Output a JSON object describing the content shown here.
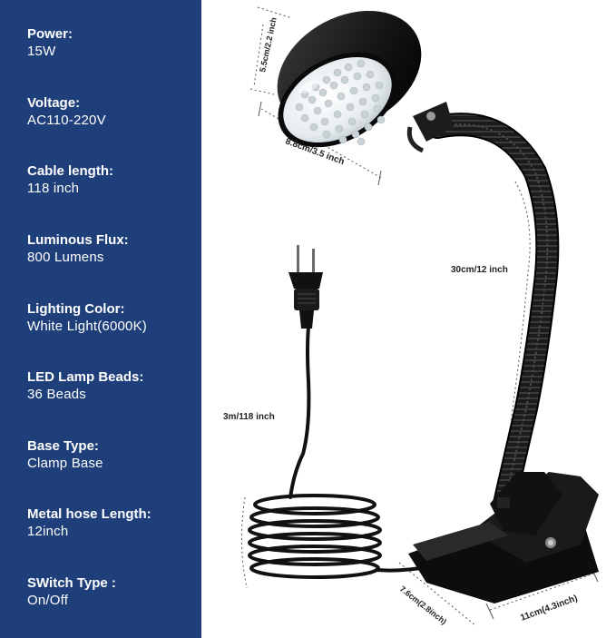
{
  "specs": [
    {
      "label": "Power:",
      "value": "15W"
    },
    {
      "label": "Voltage:",
      "value": "AC110-220V"
    },
    {
      "label": "Cable length:",
      "value": "118 inch"
    },
    {
      "label": "Luminous Flux:",
      "value": "800 Lumens"
    },
    {
      "label": "Lighting Color:",
      "value": "White Light(6000K)"
    },
    {
      "label": "LED Lamp Beads:",
      "value": "36 Beads"
    },
    {
      "label": "Base Type:",
      "value": "Clamp Base"
    },
    {
      "label": "Metal hose Length:",
      "value": "12inch"
    },
    {
      "label": "SWitch Type :",
      "value": "On/Off"
    }
  ],
  "dimensions": {
    "head_height": "5.5cm/2.2 inch",
    "head_width": "8.8cm/3.5 inch",
    "hose_length": "30cm/12 inch",
    "cable_length": "3m/118 inch",
    "clamp_depth": "7.6cm(2.8inch)",
    "clamp_width": "11cm(4.3inch)"
  },
  "colors": {
    "panel": "#1f3f7a",
    "lamp_body": "#1a1a1a",
    "led_face": "#e9eef1"
  }
}
